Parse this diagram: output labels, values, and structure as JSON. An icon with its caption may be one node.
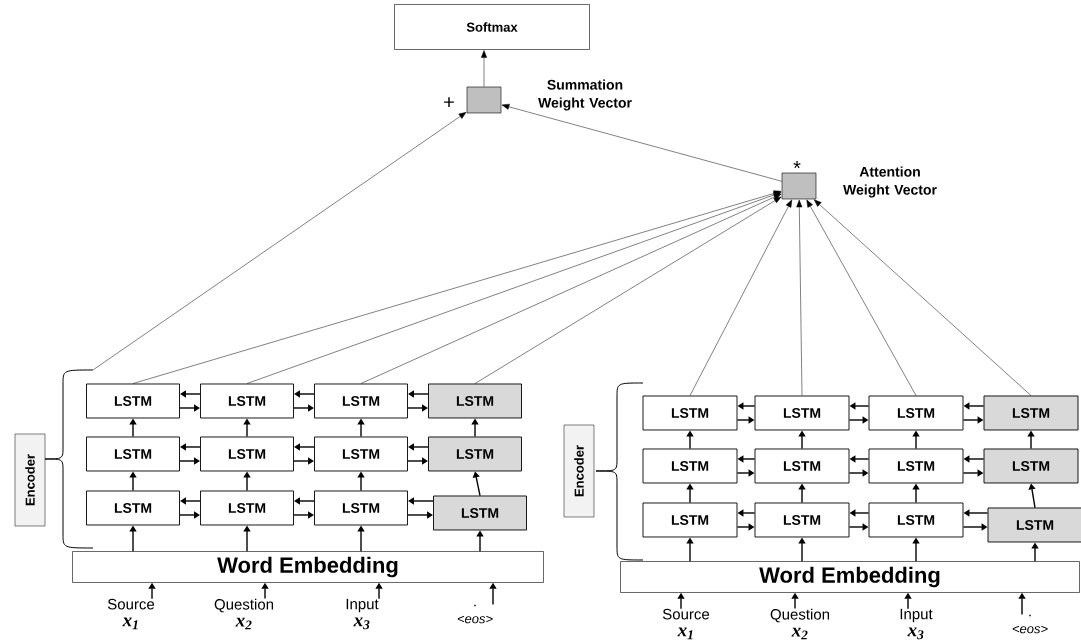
{
  "diagram": {
    "nodes": [
      {
        "text": [
          "Softmax"
        ]
      },
      {
        "text": [
          "Summation Weight Vector"
        ],
        "beside": [
          "+"
        ]
      },
      {
        "text": [
          "Attention Weight Vector"
        ],
        "beside": [
          "*"
        ]
      },
      {
        "text": [
          "Encoder"
        ]
      },
      {
        "text": [],
        "shape": "brace"
      },
      {
        "text": [
          "LSTM"
        ]
      },
      {
        "text": [
          "LSTM"
        ]
      },
      {
        "text": [
          "LSTM"
        ]
      },
      {
        "text": [
          "LSTM"
        ]
      },
      {
        "text": [
          "LSTM"
        ]
      },
      {
        "text": [
          "LSTM"
        ]
      },
      {
        "text": [
          "LSTM"
        ]
      },
      {
        "text": [
          "LSTM"
        ]
      },
      {
        "text": [
          "LSTM"
        ]
      },
      {
        "text": [
          "LSTM"
        ]
      },
      {
        "text": [
          "LSTM"
        ]
      },
      {
        "text": [
          "LSTM"
        ]
      },
      {
        "text": [
          "Word Embedding"
        ]
      },
      {
        "text": [
          "Source",
          "x$_{1}$"
        ]
      },
      {
        "text": [
          "Question",
          "x$_{2}$"
        ]
      },
      {
        "text": [
          "Input",
          "x$_{3}$"
        ]
      },
      {
        "text": [
          ".",
          "<eos>"
        ]
      },
      {
        "text": [
          "Encoder"
        ]
      },
      {
        "text": [
          "LSTM"
        ]
      },
      {
        "text": [
          "LSTM"
        ]
      },
      {
        "text": [
          "LSTM"
        ]
      },
      {
        "text": [
          "LSTM"
        ]
      },
      {
        "text": [
          "LSTM"
        ]
      },
      {
        "text": [
          "LSTM"
        ]
      },
      {
        "text": [
          "LSTM"
        ]
      },
      {
        "text": [
          "LSTM"
        ]
      },
      {
        "text": [
          "LSTM"
        ]
      },
      {
        "text": [
          "LSTM"
        ]
      },
      {
        "text": [
          "LSTM"
        ]
      },
      {
        "text": [
          "LSTM"
        ]
      },
      {
        "text": [
          "Word Embedding"
        ]
      },
      {
        "text": [
          "Source",
          "x$_{1}$"
        ]
      },
      {
        "text": [
          "Question",
          "x$_{2}$"
        ]
      },
      {
        "text": [
          "Input",
          "x$_{3}$"
        ]
      },
      {
        "text": [
          ".",
          "<eos>"
        ]
      }
    ],
    "edges": [
      {
        "from": 2,
        "to": 1,
        "arrow": "to"
      },
      {
        "from": 1,
        "to": 0,
        "arrow": "to"
      },
      {
        "from": 4,
        "to": 1,
        "arrow": "to"
      },
      {
        "from": 5,
        "to": 2,
        "arrow": "to"
      },
      {
        "from": 6,
        "to": 2,
        "arrow": "to"
      },
      {
        "from": 7,
        "to": 2,
        "arrow": "to"
      },
      {
        "from": 8,
        "to": 2,
        "arrow": "to"
      },
      {
        "from": 23,
        "to": 2,
        "arrow": "to"
      },
      {
        "from": 24,
        "to": 2,
        "arrow": "to"
      },
      {
        "from": 25,
        "to": 2,
        "arrow": "to"
      },
      {
        "from": 26,
        "to": 2,
        "arrow": "to"
      },
      {
        "from": 18,
        "to": 17,
        "arrow": "to"
      },
      {
        "from": 19,
        "to": 17,
        "arrow": "to"
      },
      {
        "from": 20,
        "to": 17,
        "arrow": "to"
      },
      {
        "from": 21,
        "to": 17,
        "arrow": "to"
      },
      {
        "from": 17,
        "to": 13,
        "arrow": "to"
      },
      {
        "from": 17,
        "to": 14,
        "arrow": "to"
      },
      {
        "from": 17,
        "to": 15,
        "arrow": "to"
      },
      {
        "from": 17,
        "to": 16,
        "arrow": "to"
      },
      {
        "from": 13,
        "to": 9,
        "arrow": "to"
      },
      {
        "from": 9,
        "to": 5,
        "arrow": "to"
      },
      {
        "from": 14,
        "to": 10,
        "arrow": "to"
      },
      {
        "from": 10,
        "to": 6,
        "arrow": "to"
      },
      {
        "from": 15,
        "to": 11,
        "arrow": "to"
      },
      {
        "from": 11,
        "to": 7,
        "arrow": "to"
      },
      {
        "from": 16,
        "to": 12,
        "arrow": "to"
      },
      {
        "from": 12,
        "to": 8,
        "arrow": "to"
      },
      {
        "from": 6,
        "to": 5,
        "arrow": "to"
      },
      {
        "from": 5,
        "to": 6,
        "arrow": "to"
      },
      {
        "from": 7,
        "to": 6,
        "arrow": "to"
      },
      {
        "from": 6,
        "to": 7,
        "arrow": "to"
      },
      {
        "from": 8,
        "to": 7,
        "arrow": "to"
      },
      {
        "from": 7,
        "to": 8,
        "arrow": "to"
      },
      {
        "from": 10,
        "to": 9,
        "arrow": "to"
      },
      {
        "from": 9,
        "to": 10,
        "arrow": "to"
      },
      {
        "from": 11,
        "to": 10,
        "arrow": "to"
      },
      {
        "from": 10,
        "to": 11,
        "arrow": "to"
      },
      {
        "from": 12,
        "to": 11,
        "arrow": "to"
      },
      {
        "from": 11,
        "to": 12,
        "arrow": "to"
      },
      {
        "from": 14,
        "to": 13,
        "arrow": "to"
      },
      {
        "from": 13,
        "to": 14,
        "arrow": "to"
      },
      {
        "from": 15,
        "to": 14,
        "arrow": "to"
      },
      {
        "from": 14,
        "to": 15,
        "arrow": "to"
      },
      {
        "from": 16,
        "to": 15,
        "arrow": "to"
      },
      {
        "from": 15,
        "to": 16,
        "arrow": "to"
      },
      {
        "from": 36,
        "to": 35,
        "arrow": "to"
      },
      {
        "from": 37,
        "to": 35,
        "arrow": "to"
      },
      {
        "from": 38,
        "to": 35,
        "arrow": "to"
      },
      {
        "from": 39,
        "to": 35,
        "arrow": "to"
      },
      {
        "from": 35,
        "to": 31,
        "arrow": "to"
      },
      {
        "from": 35,
        "to": 32,
        "arrow": "to"
      },
      {
        "from": 35,
        "to": 33,
        "arrow": "to"
      },
      {
        "from": 35,
        "to": 34,
        "arrow": "to"
      },
      {
        "from": 31,
        "to": 27,
        "arrow": "to"
      },
      {
        "from": 27,
        "to": 23,
        "arrow": "to"
      },
      {
        "from": 32,
        "to": 28,
        "arrow": "to"
      },
      {
        "from": 28,
        "to": 24,
        "arrow": "to"
      },
      {
        "from": 33,
        "to": 29,
        "arrow": "to"
      },
      {
        "from": 29,
        "to": 25,
        "arrow": "to"
      },
      {
        "from": 34,
        "to": 30,
        "arrow": "to"
      },
      {
        "from": 30,
        "to": 26,
        "arrow": "to"
      },
      {
        "from": 24,
        "to": 23,
        "arrow": "to"
      },
      {
        "from": 23,
        "to": 24,
        "arrow": "to"
      },
      {
        "from": 25,
        "to": 24,
        "arrow": "to"
      },
      {
        "from": 24,
        "to": 25,
        "arrow": "to"
      },
      {
        "from": 26,
        "to": 25,
        "arrow": "to"
      },
      {
        "from": 25,
        "to": 26,
        "arrow": "to"
      },
      {
        "from": 28,
        "to": 27,
        "arrow": "to"
      },
      {
        "from": 27,
        "to": 28,
        "arrow": "to"
      },
      {
        "from": 29,
        "to": 28,
        "arrow": "to"
      },
      {
        "from": 28,
        "to": 29,
        "arrow": "to"
      },
      {
        "from": 30,
        "to": 29,
        "arrow": "to"
      },
      {
        "from": 29,
        "to": 30,
        "arrow": "to"
      },
      {
        "from": 32,
        "to": 31,
        "arrow": "to"
      },
      {
        "from": 31,
        "to": 32,
        "arrow": "to"
      },
      {
        "from": 33,
        "to": 32,
        "arrow": "to"
      },
      {
        "from": 32,
        "to": 33,
        "arrow": "to"
      },
      {
        "from": 34,
        "to": 33,
        "arrow": "to"
      },
      {
        "from": 33,
        "to": 34,
        "arrow": "to"
      }
    ]
  }
}
